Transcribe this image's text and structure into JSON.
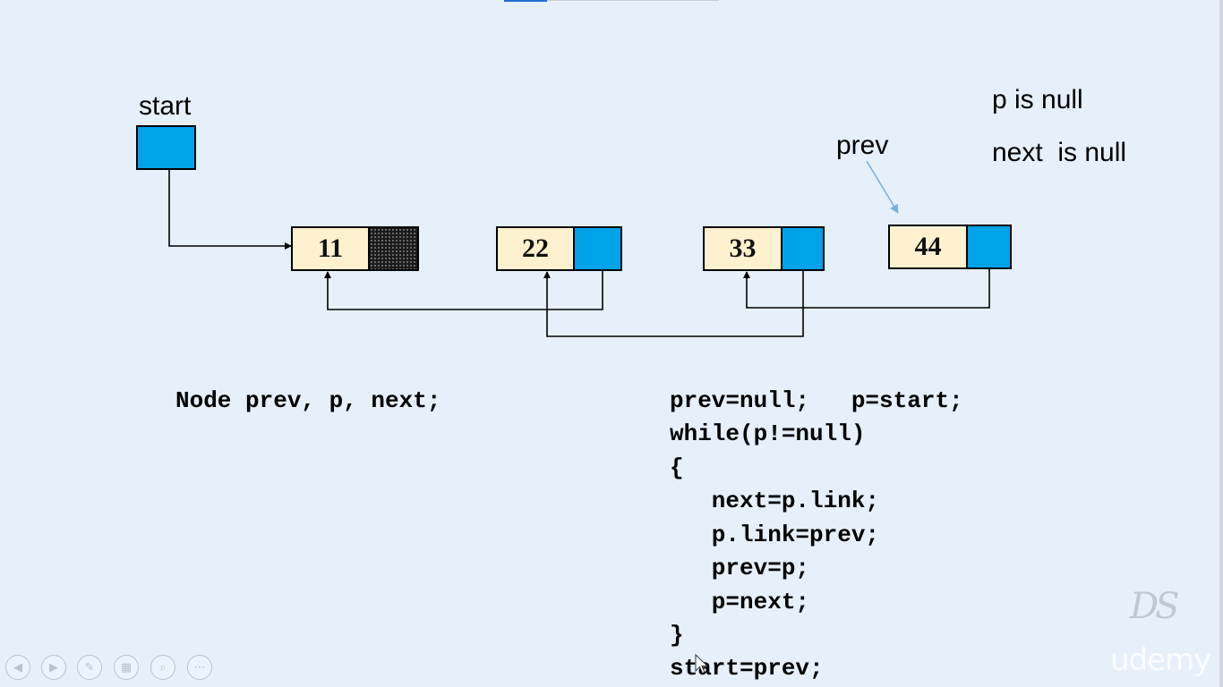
{
  "diagram": {
    "start_label": "start",
    "prev_label": "prev",
    "status_lines": [
      "p is null",
      "next  is null"
    ],
    "nodes": [
      {
        "value": "11",
        "link": "null"
      },
      {
        "value": "22",
        "link": "node-11"
      },
      {
        "value": "33",
        "link": "node-22"
      },
      {
        "value": "44",
        "link": "node-33"
      }
    ],
    "colors": {
      "background": "#e5f0fb",
      "info_cell": "#fdf1cf",
      "link_cell": "#00a2e8",
      "pointer_arrow": "#7ab0dc"
    }
  },
  "code": {
    "declaration": "Node prev, p, next;",
    "lines": [
      "prev=null;   p=start;",
      "while(p!=null)",
      "{",
      "   next=p.link;",
      "   p.link=prev;",
      "   prev=p;",
      "   p=next;",
      "}",
      "start=prev;"
    ]
  },
  "watermark": {
    "logo": "DS",
    "brand": "udemy"
  },
  "controls": [
    {
      "name": "previous-slide-icon",
      "glyph": "◀"
    },
    {
      "name": "next-slide-icon",
      "glyph": "▶"
    },
    {
      "name": "pen-icon",
      "glyph": "✎"
    },
    {
      "name": "slides-grid-icon",
      "glyph": "▦"
    },
    {
      "name": "zoom-icon",
      "glyph": "⌕"
    },
    {
      "name": "more-options-icon",
      "glyph": "⋯"
    }
  ]
}
